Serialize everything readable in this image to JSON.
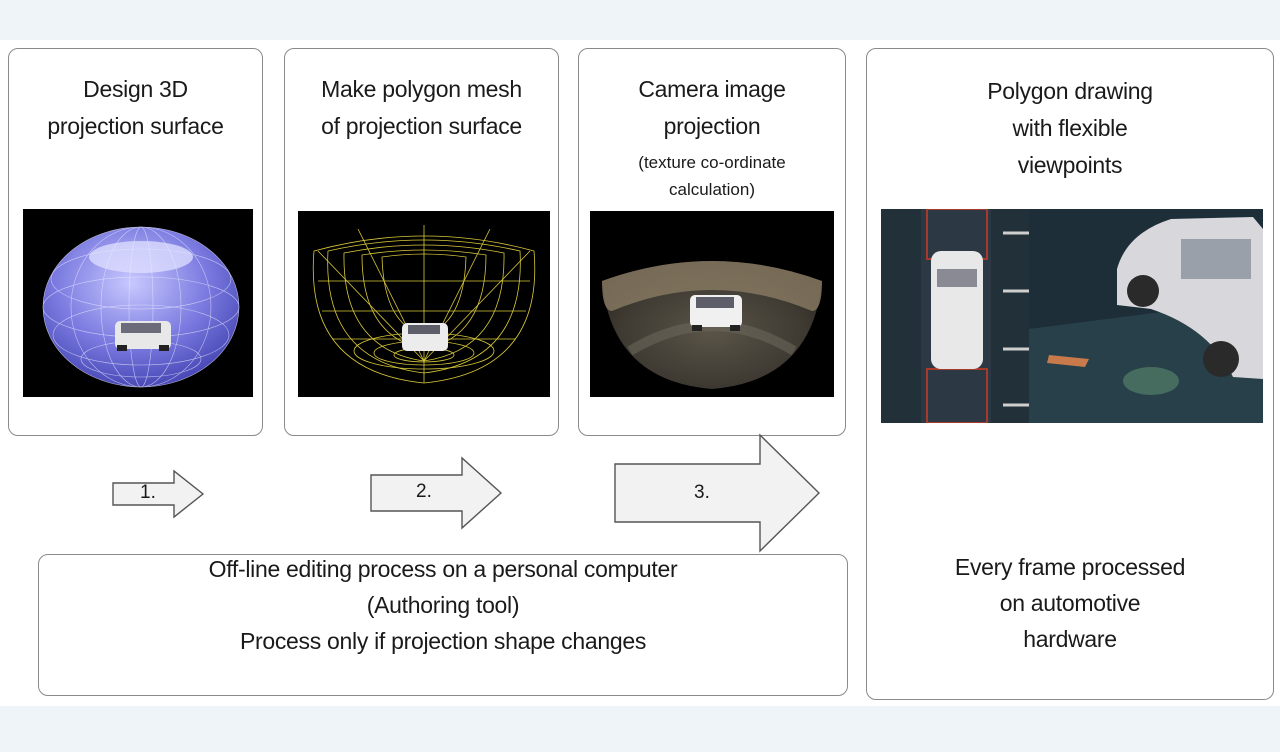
{
  "panels": [
    {
      "title_lines": [
        "Design 3D",
        "projection surface"
      ],
      "image": "projection-dome-image"
    },
    {
      "title_lines": [
        "Make polygon mesh",
        "of projection surface"
      ],
      "image": "polygon-mesh-image"
    },
    {
      "title_lines": [
        "Camera image",
        "projection"
      ],
      "subtitle_lines": [
        "(texture co-ordinate",
        "calculation)"
      ],
      "image": "camera-projection-image"
    },
    {
      "title_lines": [
        "Polygon drawing",
        "with flexible",
        "viewpoints"
      ],
      "body_lines": [
        "Every frame processed",
        "on automotive",
        "hardware"
      ],
      "image": "rendered-viewpoint-image"
    }
  ],
  "arrows": [
    {
      "label": "1."
    },
    {
      "label": "2."
    },
    {
      "label": "3."
    }
  ],
  "offline_box": {
    "lines": [
      "Off-line editing process on a personal computer",
      "(Authoring tool)",
      "Process only if projection shape changes"
    ]
  },
  "colors": {
    "background": "#eef4f8",
    "panel_border": "#8a8a8a",
    "dome": "#6f6fd8",
    "mesh": "#d8c83a",
    "arrow_fill": "#f2f2f2"
  }
}
